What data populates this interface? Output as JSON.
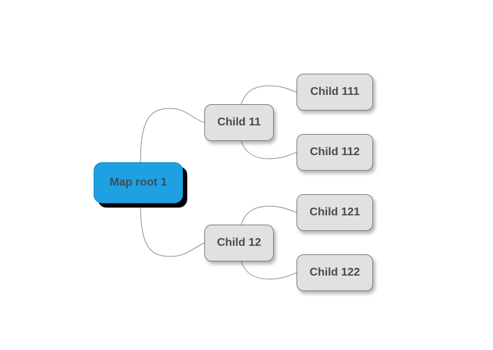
{
  "colors": {
    "root_fill": "#1ea0e2",
    "root_text": "#3d4c58",
    "child_fill": "#e1e1e1",
    "child_text": "#4a4a4a"
  },
  "root": {
    "label": "Map root 1"
  },
  "children": [
    {
      "label": "Child 11",
      "children": [
        {
          "label": "Child 111"
        },
        {
          "label": "Child 112"
        }
      ]
    },
    {
      "label": "Child 12",
      "children": [
        {
          "label": "Child 121"
        },
        {
          "label": "Child 122"
        }
      ]
    }
  ]
}
